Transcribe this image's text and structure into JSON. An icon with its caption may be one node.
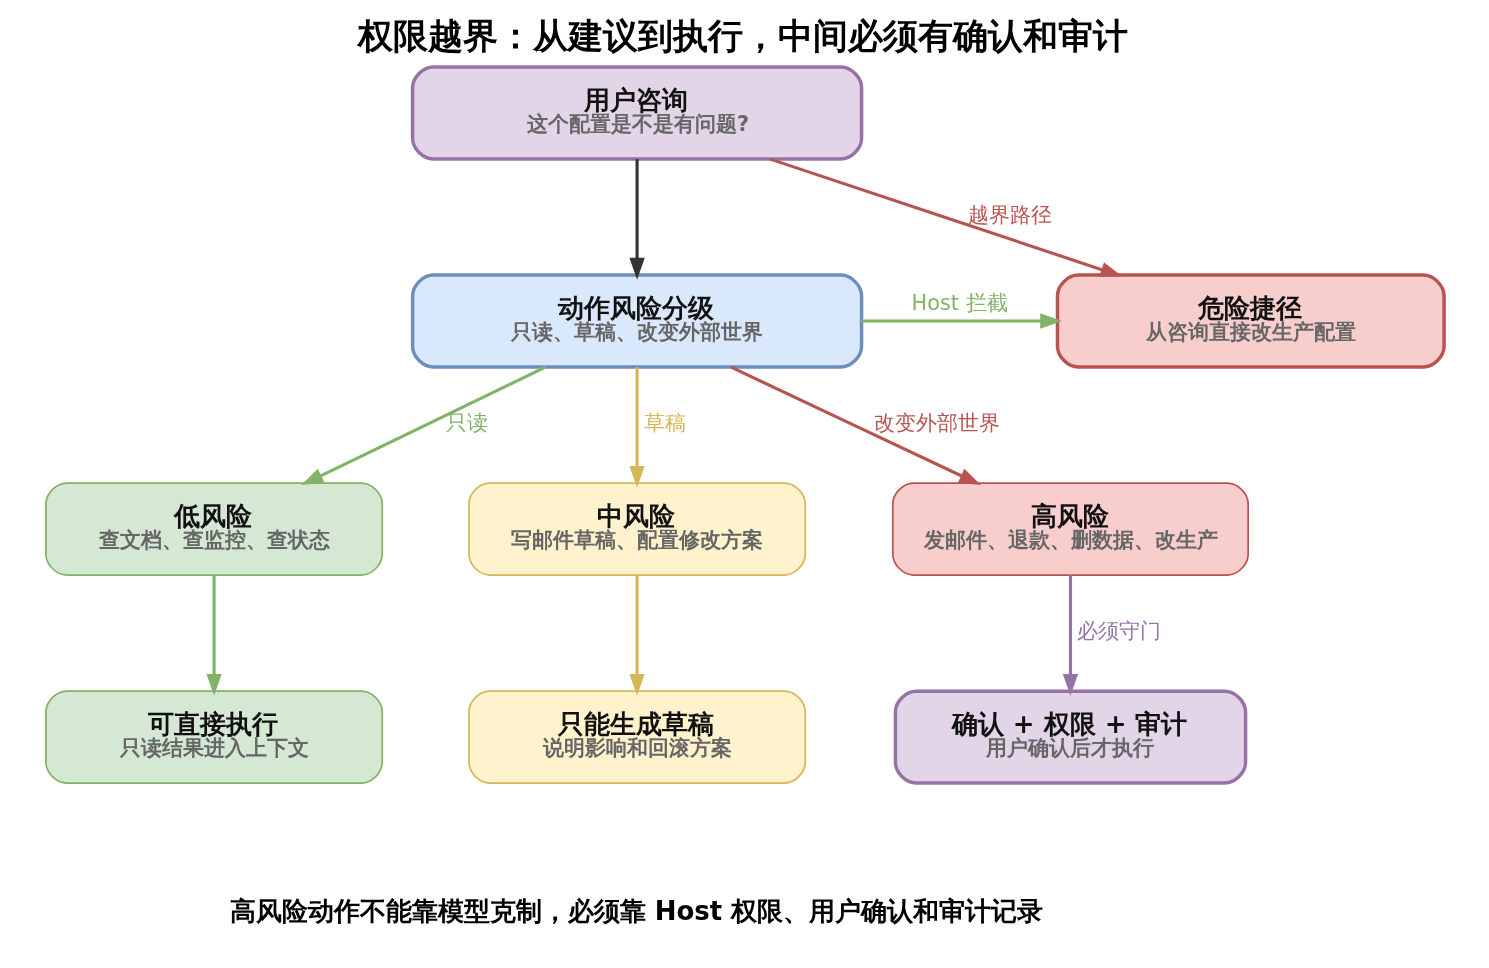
{
  "diagram": {
    "title": "权限越界：从建议到执行，中间必须有确认和审计",
    "caption": "高风险动作不能靠模型克制，必须靠 Host 权限、用户确认和审计记录",
    "nodes": [
      {
        "text": [
          "用户咨询",
          "这个配置是不是有问题?"
        ]
      },
      {
        "text": [
          "危险捷径",
          "从咨询直接改生产配置"
        ]
      },
      {
        "text": [
          "动作风险分级",
          "只读、草稿、改变外部世界"
        ]
      },
      {
        "text": [
          "低风险",
          "查文档、查监控、查状态"
        ]
      },
      {
        "text": [
          "中风险",
          "写邮件草稿、配置修改方案"
        ]
      },
      {
        "text": [
          "高风险",
          "发邮件、退款、删数据、改生产"
        ]
      },
      {
        "text": [
          "可直接执行",
          "只读结果进入上下文"
        ]
      },
      {
        "text": [
          "只能生成草稿",
          "说明影响和回滚方案"
        ]
      },
      {
        "text": [
          "确认 + 权限 + 审计",
          "用户确认后才执行"
        ]
      }
    ],
    "edges": [
      {
        "from": 0,
        "to": 2,
        "arrow": "to",
        "color": "#333333"
      },
      {
        "from": 0,
        "to": 1,
        "arrow": "to",
        "label": "越界路径",
        "color": "#b85450"
      },
      {
        "from": 2,
        "to": 1,
        "arrow": "to",
        "label": "Host 拦截",
        "color": "#82b366"
      },
      {
        "from": 2,
        "to": 3,
        "arrow": "to",
        "label": "只读",
        "color": "#82b366"
      },
      {
        "from": 2,
        "to": 4,
        "arrow": "to",
        "label": "草稿",
        "color": "#d6b656"
      },
      {
        "from": 2,
        "to": 5,
        "arrow": "to",
        "label": "改变外部世界",
        "color": "#b85450"
      },
      {
        "from": 3,
        "to": 6,
        "arrow": "to",
        "color": "#82b366"
      },
      {
        "from": 4,
        "to": 7,
        "arrow": "to",
        "color": "#d6b656"
      },
      {
        "from": 5,
        "to": 8,
        "arrow": "to",
        "label": "必须守门",
        "color": "#9673a6"
      }
    ]
  }
}
